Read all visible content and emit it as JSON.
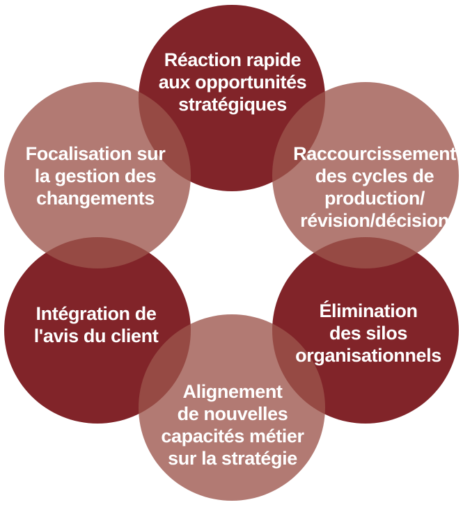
{
  "diagram": {
    "type": "circular-venn-cycle",
    "background": "#ffffff",
    "colors": {
      "dark_fill": "#812429",
      "light_fill": "rgba(156,84,76,0.78)",
      "light_display": "#B27A73",
      "overlap_display": "#964944",
      "text": "#ffffff"
    },
    "circles": [
      {
        "id": "reaction",
        "position": "top",
        "tone": "dark",
        "label": "Réaction rapide\naux opportunités\nstratégiques"
      },
      {
        "id": "raccourcissement",
        "position": "top-right",
        "tone": "light",
        "label": "Raccourcissement\ndes cycles de\nproduction/\nrévision/décision"
      },
      {
        "id": "elimination",
        "position": "bottom-right",
        "tone": "dark",
        "label": "Élimination\ndes silos\norganisationnels"
      },
      {
        "id": "alignement",
        "position": "bottom",
        "tone": "light",
        "label": "Alignement\nde nouvelles\ncapacités métier\nsur la stratégie"
      },
      {
        "id": "integration",
        "position": "bottom-left",
        "tone": "dark",
        "label": "Intégration de\nl'avis du client"
      },
      {
        "id": "focalisation",
        "position": "top-left",
        "tone": "light",
        "label": "Focalisation sur\nla gestion des\nchangements"
      }
    ]
  }
}
